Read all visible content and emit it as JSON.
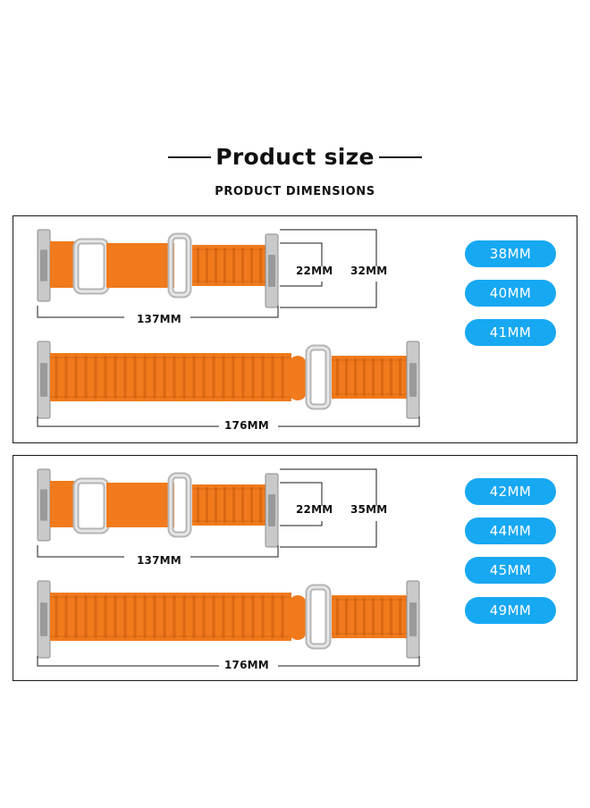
{
  "header": {
    "title": "Product size",
    "subtitle": "PRODUCT DIMENSIONS"
  },
  "colors": {
    "band": "#f07a1c",
    "band_dark": "#c85a0c",
    "pill": "#17a8f2",
    "lug": "#c9c9c9"
  },
  "panels": [
    {
      "short_strap_length": "137MM",
      "long_strap_length": "176MM",
      "band_width": "22MM",
      "case_size": "32MM",
      "sizes": [
        "38MM",
        "40MM",
        "41MM"
      ]
    },
    {
      "short_strap_length": "137MM",
      "long_strap_length": "176MM",
      "band_width": "22MM",
      "case_size": "35MM",
      "sizes": [
        "42MM",
        "44MM",
        "45MM",
        "49MM"
      ]
    }
  ]
}
